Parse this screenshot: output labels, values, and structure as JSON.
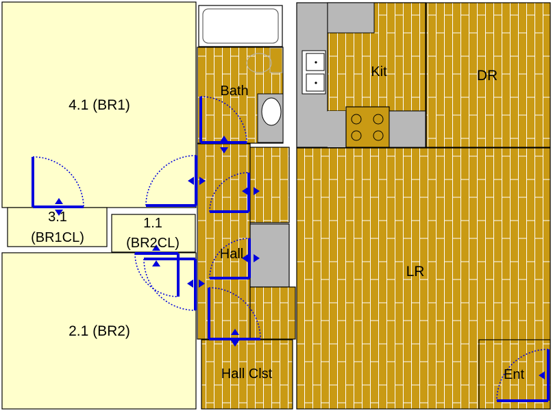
{
  "colors": {
    "carpet": "#ffffcc",
    "wood": "#c99a14",
    "wood_seam": "#ffffff",
    "wall": "#000000",
    "door": "#0000dd",
    "counter": "#b8b8b8",
    "fixture": "#ffffff"
  },
  "rooms": {
    "br1": {
      "label": "4.1 (BR1)"
    },
    "br1cl": {
      "label_line1": "3.1",
      "label_line2": "(BR1CL)"
    },
    "br2cl": {
      "label_line1": "1.1",
      "label_line2": "(BR2CL)"
    },
    "br2": {
      "label": "2.1 (BR2)"
    },
    "bath": {
      "label": "Bath"
    },
    "hall": {
      "label": "Hall"
    },
    "hall_clst": {
      "label": "Hall Clst"
    },
    "kit": {
      "label": "Kit"
    },
    "dr": {
      "label": "DR"
    },
    "lr": {
      "label": "LR"
    },
    "ent": {
      "label": "Ent"
    }
  }
}
